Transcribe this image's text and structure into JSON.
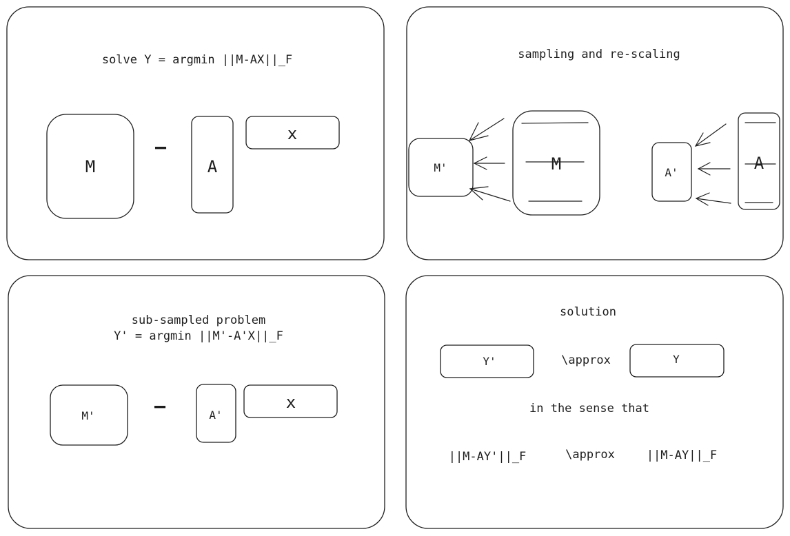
{
  "panel_solve": {
    "title": "solve  Y = argmin ||M-AX||_F",
    "m_label": "M",
    "minus": "−",
    "a_label": "A",
    "x_label": "x"
  },
  "panel_sampling": {
    "title": "sampling and re-scaling",
    "m_prime_label": "M'",
    "m_label": "M",
    "a_prime_label": "A'",
    "a_label": "A"
  },
  "panel_subsampled": {
    "title_line1": "sub-sampled problem",
    "title_line2": "Y' = argmin ||M'-A'X||_F",
    "m_prime_label": "M'",
    "minus": "−",
    "a_prime_label": "A'",
    "x_label": "x"
  },
  "panel_solution": {
    "title": "solution",
    "y_prime_label": "Y'",
    "approx_1": "\\approx",
    "y_label": "Y",
    "sense_text": "in the sense that",
    "lhs": "||M-AY'||_F",
    "approx_2": "\\approx",
    "rhs": "||M-AY||_F"
  }
}
